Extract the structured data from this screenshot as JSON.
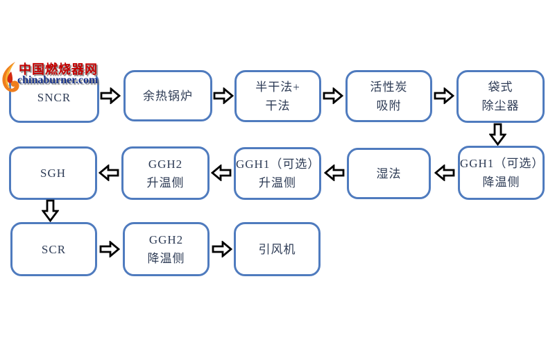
{
  "watermark": {
    "site_name": "中国燃烧器网",
    "site_url": "chinaburner.com",
    "logo_icon": "flame-icon",
    "name_color": "#c30000",
    "url_color": "#17338c"
  },
  "colors": {
    "background": "#ffffff",
    "box_border": "#4f7bbe",
    "box_fill": "#ffffff",
    "box_text": "#2d3b55",
    "arrow_outline": "#000000",
    "arrow_fill": "#ffffff"
  },
  "diagram": {
    "type": "flowchart",
    "title": "",
    "nodes": {
      "sncr": {
        "line1": "SNCR"
      },
      "waste_heat_boiler": {
        "line1": "余热锅炉"
      },
      "semi_dry": {
        "line1": "半干法+",
        "line2": "干法"
      },
      "activated_carbon": {
        "line1": "活性炭",
        "line2": "吸附"
      },
      "bag_filter": {
        "line1": "袋式",
        "line2": "除尘器"
      },
      "sgh": {
        "line1": "SGH"
      },
      "ggh2_heating": {
        "line1": "GGH2",
        "line2": "升温侧"
      },
      "ggh1_heating": {
        "line1": "GGH1（可选）",
        "line2": "升温侧"
      },
      "wet_process": {
        "line1": "湿法"
      },
      "ggh1_cooling": {
        "line1": "GGH1（可选）",
        "line2": "降温侧"
      },
      "scr": {
        "line1": "SCR"
      },
      "ggh2_cooling": {
        "line1": "GGH2",
        "line2": "降温侧"
      },
      "induced_draft_fan": {
        "line1": "引风机"
      }
    },
    "edges": [
      {
        "from": "sncr",
        "to": "waste_heat_boiler",
        "arrow": "right"
      },
      {
        "from": "waste_heat_boiler",
        "to": "semi_dry",
        "arrow": "right"
      },
      {
        "from": "semi_dry",
        "to": "activated_carbon",
        "arrow": "right"
      },
      {
        "from": "activated_carbon",
        "to": "bag_filter",
        "arrow": "right"
      },
      {
        "from": "bag_filter",
        "to": "ggh1_cooling",
        "arrow": "down"
      },
      {
        "from": "ggh1_cooling",
        "to": "wet_process",
        "arrow": "left"
      },
      {
        "from": "wet_process",
        "to": "ggh1_heating",
        "arrow": "left"
      },
      {
        "from": "ggh1_heating",
        "to": "ggh2_heating",
        "arrow": "left"
      },
      {
        "from": "ggh2_heating",
        "to": "sgh",
        "arrow": "left"
      },
      {
        "from": "sgh",
        "to": "scr",
        "arrow": "down"
      },
      {
        "from": "scr",
        "to": "ggh2_cooling",
        "arrow": "right"
      },
      {
        "from": "ggh2_cooling",
        "to": "induced_draft_fan",
        "arrow": "right"
      }
    ]
  }
}
